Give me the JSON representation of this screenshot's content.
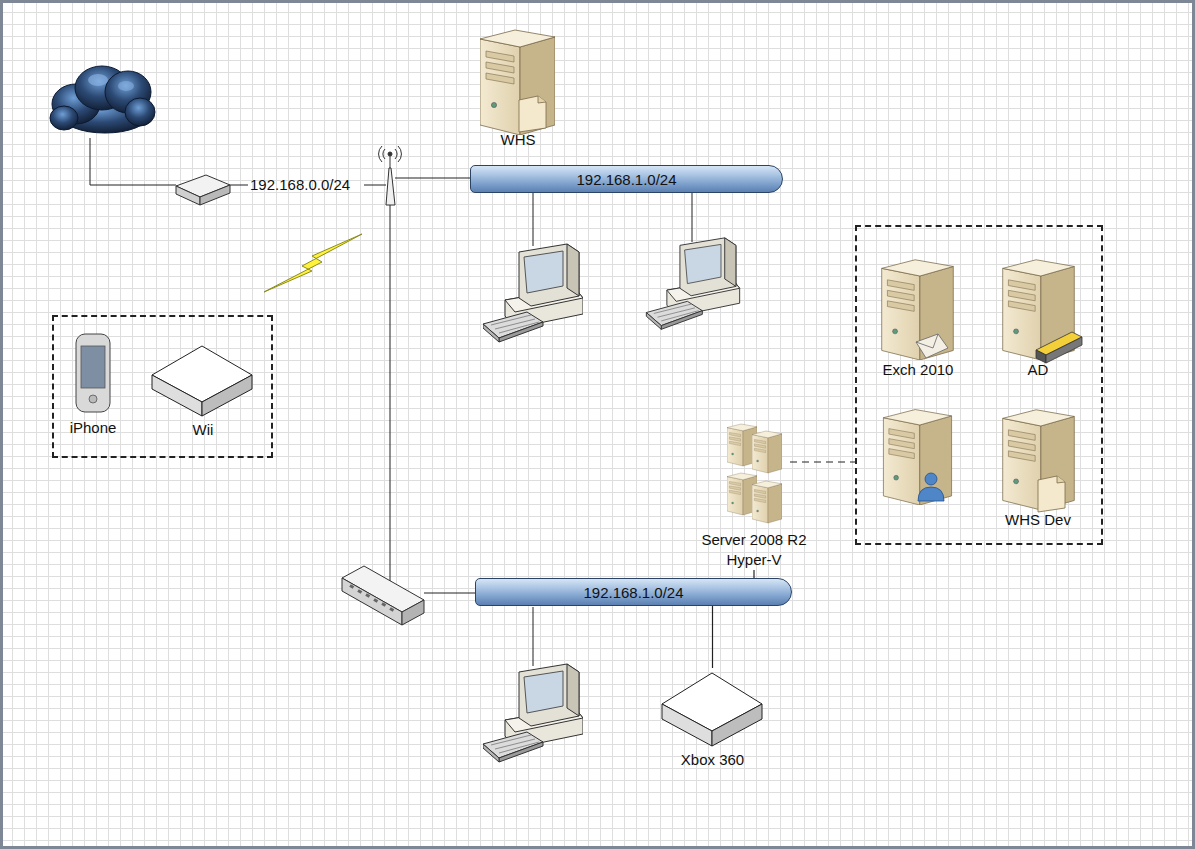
{
  "diagram": {
    "nodes": [
      {
        "text": [
          "WHS"
        ]
      },
      {
        "text": [
          "192.168.1.0/24"
        ]
      },
      {
        "text": []
      },
      {
        "text": [
          "iPhone"
        ],
        "in": 2
      },
      {
        "text": [
          "Wii"
        ],
        "in": 2
      },
      {
        "text": []
      },
      {
        "text": [
          "Exch 2010"
        ],
        "in": 5
      },
      {
        "text": [
          "AD"
        ],
        "in": 5
      },
      {
        "text": [
          "WHS Dev"
        ],
        "in": 5
      },
      {
        "text": [
          "Server 2008 R2 Hyper-V"
        ]
      },
      {
        "text": [
          "192.168.1.0/24"
        ]
      },
      {
        "text": [
          "Xbox 360"
        ]
      }
    ],
    "edges": [
      {
        "from": 9,
        "to": 10,
        "arrow": "none"
      },
      {
        "from": 9,
        "to": 5,
        "arrow": "none"
      },
      {
        "from": 10,
        "to": 11,
        "arrow": "none"
      }
    ],
    "labels": [
      "192.168.0.0/24"
    ]
  }
}
